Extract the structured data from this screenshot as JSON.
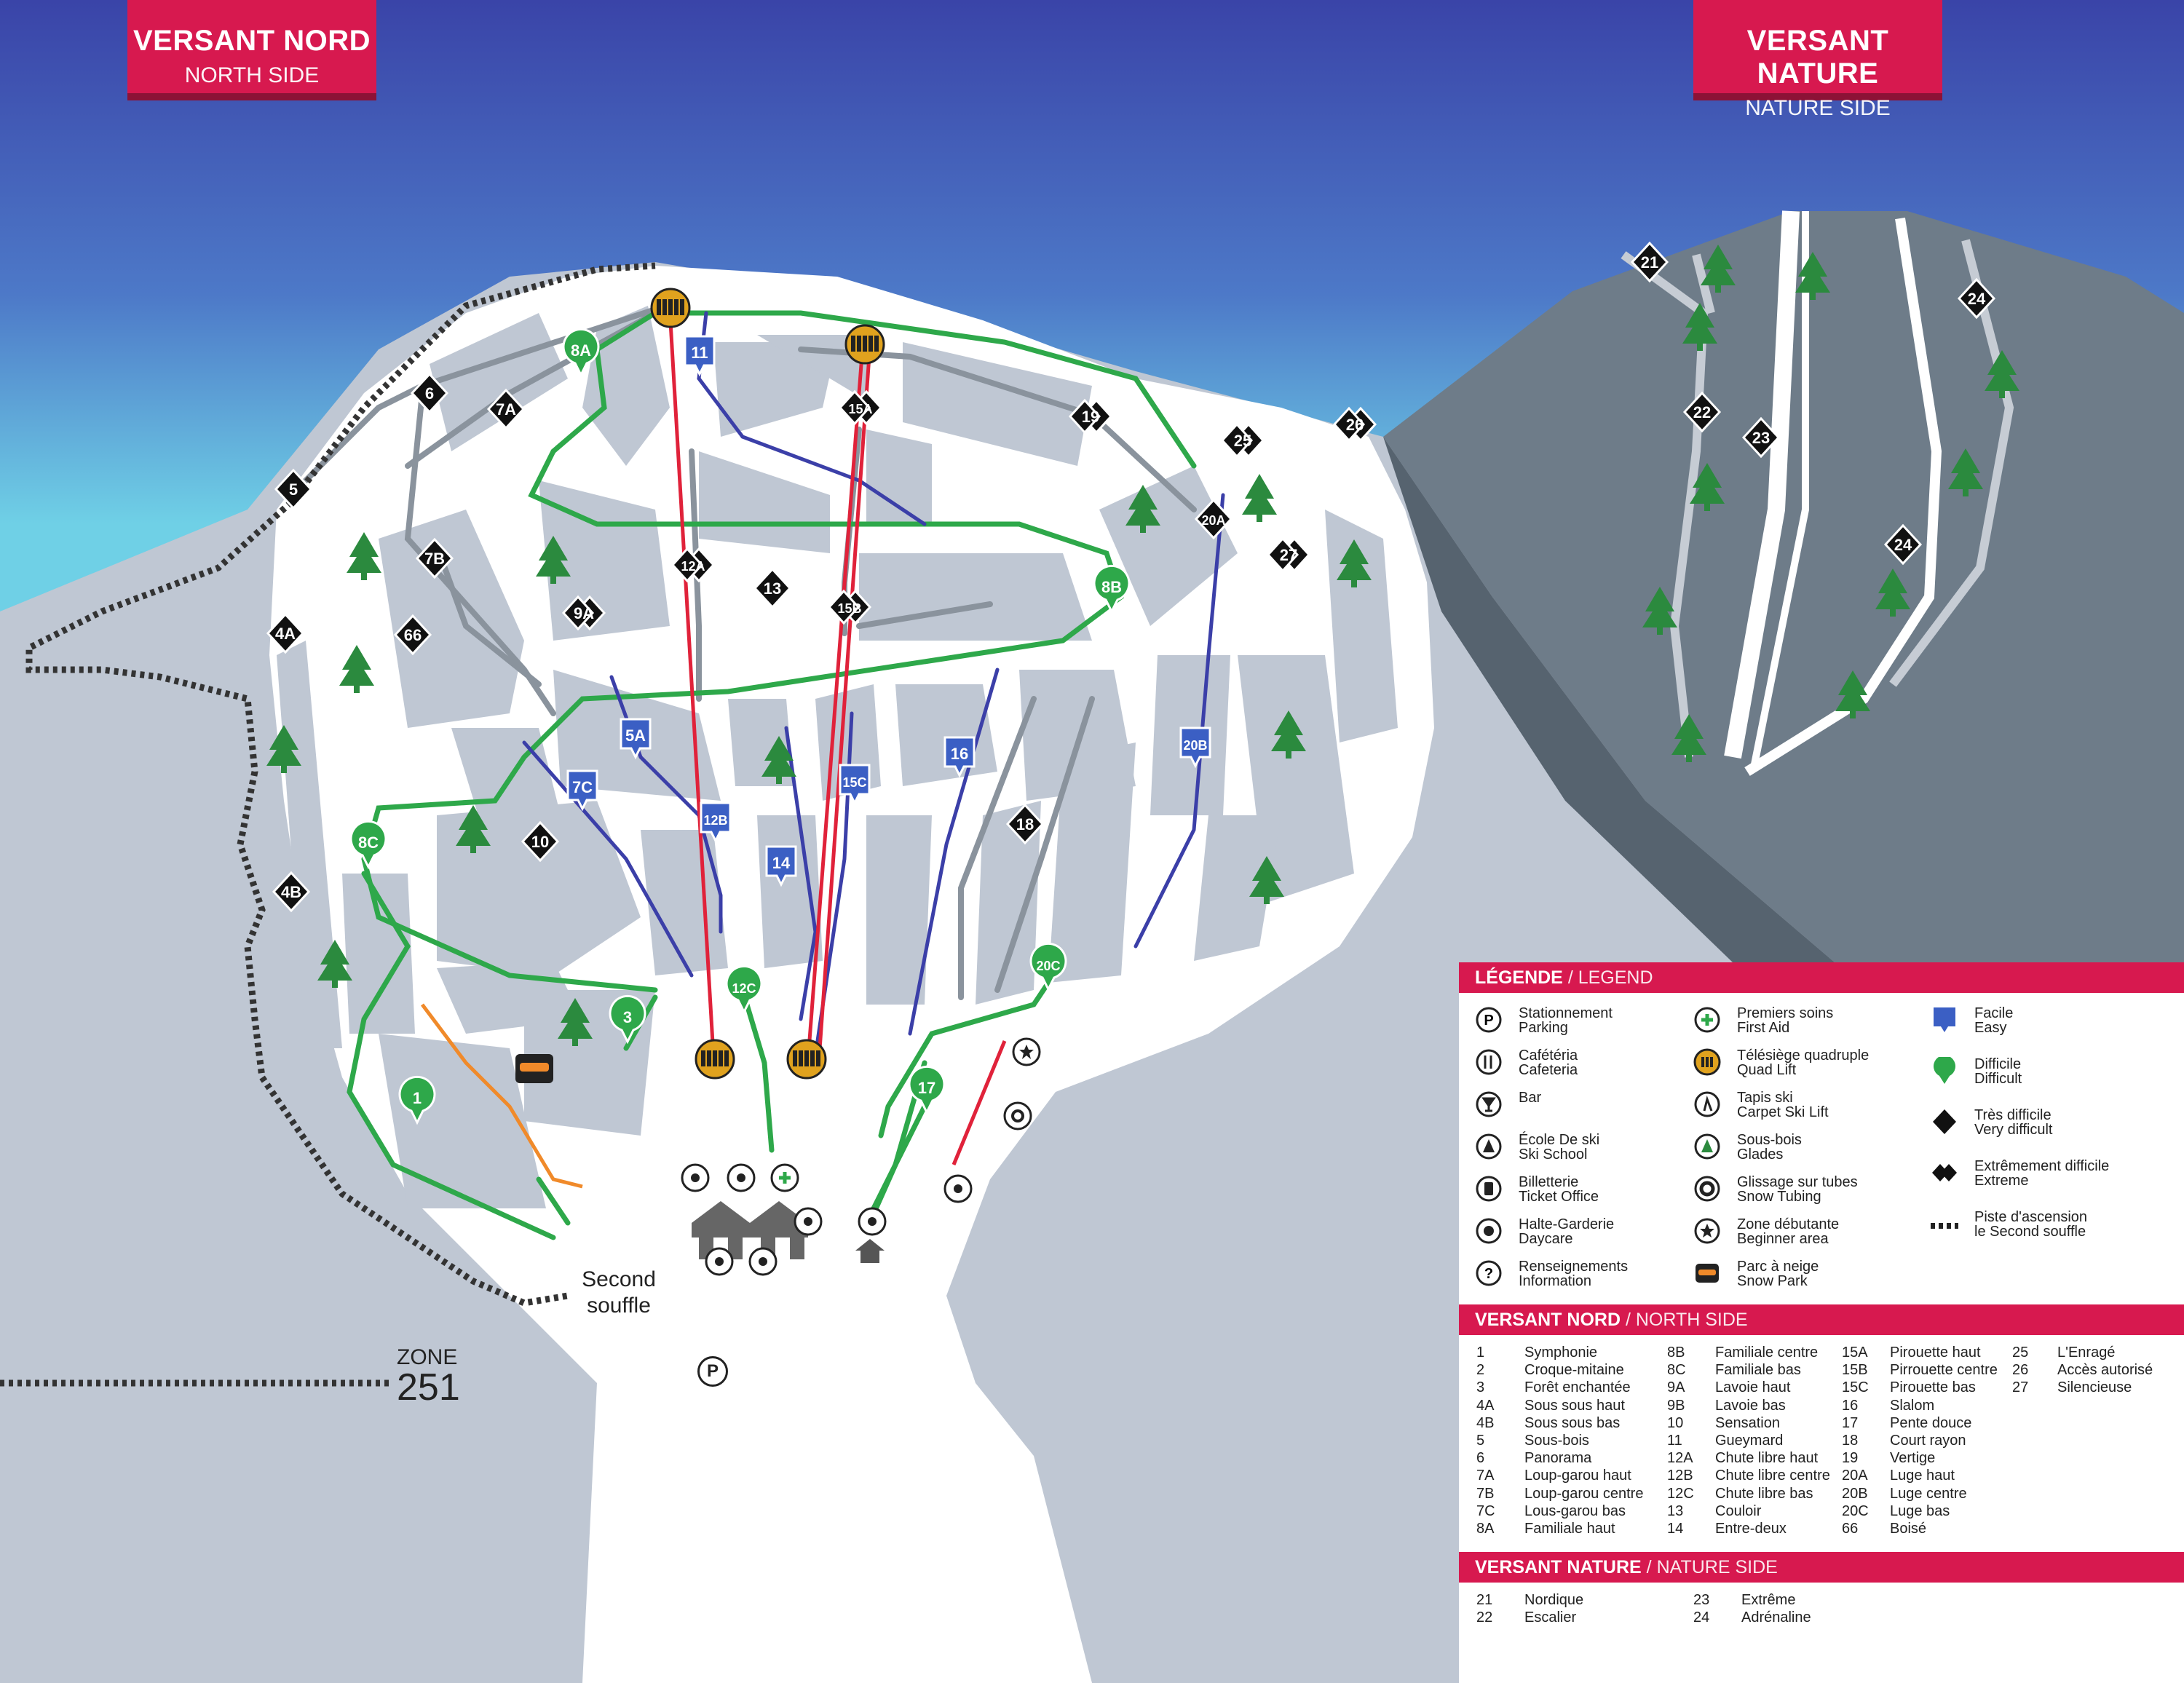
{
  "sides": {
    "nord": {
      "title": "VERSANT NORD",
      "subtitle": "NORTH SIDE"
    },
    "nature": {
      "title": "VERSANT NATURE",
      "subtitle": "NATURE SIDE"
    }
  },
  "map_labels": {
    "second_souffle_line1": "Second",
    "second_souffle_line2": "souffle",
    "zone": "ZONE",
    "zone_number": "251",
    "parking_symbol": "P"
  },
  "colors": {
    "sky_top": "#3a44a8",
    "sky_bottom": "#6fd0e6",
    "snow": "#ffffff",
    "forest_light": "#bfc7d3",
    "forest_dark": "#6e7c89",
    "easy": "#3b5fc4",
    "difficult": "#2ea84a",
    "very_difficult": "#111111",
    "lift": "#e0223a",
    "lift_station": "#e0a21e",
    "snowpark": "#f08a2a",
    "accent": "#d7194f"
  },
  "trail_markers": [
    {
      "label": "1",
      "level": "difficult"
    },
    {
      "label": "3",
      "level": "difficult"
    },
    {
      "label": "4A",
      "level": "very_difficult"
    },
    {
      "label": "4B",
      "level": "very_difficult"
    },
    {
      "label": "5",
      "level": "very_difficult"
    },
    {
      "label": "5A",
      "level": "easy"
    },
    {
      "label": "6",
      "level": "very_difficult"
    },
    {
      "label": "66",
      "level": "very_difficult"
    },
    {
      "label": "7A",
      "level": "very_difficult"
    },
    {
      "label": "7B",
      "level": "very_difficult"
    },
    {
      "label": "7C",
      "level": "easy"
    },
    {
      "label": "8A",
      "level": "difficult"
    },
    {
      "label": "8B",
      "level": "difficult"
    },
    {
      "label": "8C",
      "level": "difficult"
    },
    {
      "label": "9A",
      "level": "extreme"
    },
    {
      "label": "10",
      "level": "very_difficult"
    },
    {
      "label": "11",
      "level": "easy"
    },
    {
      "label": "12A",
      "level": "extreme"
    },
    {
      "label": "12B",
      "level": "easy"
    },
    {
      "label": "12C",
      "level": "difficult"
    },
    {
      "label": "13",
      "level": "very_difficult"
    },
    {
      "label": "14",
      "level": "easy"
    },
    {
      "label": "15A",
      "level": "extreme"
    },
    {
      "label": "15B",
      "level": "extreme"
    },
    {
      "label": "15C",
      "level": "easy"
    },
    {
      "label": "16",
      "level": "easy"
    },
    {
      "label": "17",
      "level": "difficult"
    },
    {
      "label": "18",
      "level": "very_difficult"
    },
    {
      "label": "19",
      "level": "extreme"
    },
    {
      "label": "20A",
      "level": "very_difficult"
    },
    {
      "label": "20B",
      "level": "easy"
    },
    {
      "label": "20C",
      "level": "difficult"
    },
    {
      "label": "21",
      "level": "very_difficult"
    },
    {
      "label": "22",
      "level": "very_difficult"
    },
    {
      "label": "23",
      "level": "very_difficult"
    },
    {
      "label": "24",
      "level": "very_difficult"
    },
    {
      "label": "24",
      "level": "very_difficult"
    },
    {
      "label": "25",
      "level": "extreme"
    },
    {
      "label": "26",
      "level": "extreme"
    },
    {
      "label": "27",
      "level": "extreme"
    }
  ],
  "legend": {
    "title_main": "LÉGENDE",
    "title_sub": "LEGEND",
    "services": [
      {
        "fr": "Stationnement",
        "en": "Parking",
        "icon": "parking-icon"
      },
      {
        "fr": "Cafétéria",
        "en": "Cafeteria",
        "icon": "cafeteria-icon"
      },
      {
        "fr": "Bar",
        "en": "",
        "icon": "bar-icon"
      },
      {
        "fr": "École De ski",
        "en": "Ski School",
        "icon": "ski-school-icon"
      },
      {
        "fr": "Billetterie",
        "en": "Ticket Office",
        "icon": "ticket-office-icon"
      },
      {
        "fr": "Halte-Garderie",
        "en": "Daycare",
        "icon": "daycare-icon"
      },
      {
        "fr": "Renseignements",
        "en": "Information",
        "icon": "information-icon"
      }
    ],
    "services2": [
      {
        "fr": "Premiers soins",
        "en": "First Aid",
        "icon": "first-aid-icon"
      },
      {
        "fr": "Télésiège quadruple",
        "en": "Quad Lift",
        "icon": "quad-lift-icon"
      },
      {
        "fr": "Tapis ski",
        "en": "Carpet Ski Lift",
        "icon": "carpet-lift-icon"
      },
      {
        "fr": "Sous-bois",
        "en": "Glades",
        "icon": "glades-icon"
      },
      {
        "fr": "Glissage sur tubes",
        "en": "Snow Tubing",
        "icon": "snow-tubing-icon"
      },
      {
        "fr": "Zone débutante",
        "en": "Beginner area",
        "icon": "beginner-area-icon"
      },
      {
        "fr": "Parc à neige",
        "en": "Snow Park",
        "icon": "snow-park-icon"
      }
    ],
    "levels": [
      {
        "fr": "Facile",
        "en": "Easy",
        "icon": "easy-icon"
      },
      {
        "fr": "Difficile",
        "en": "Difficult",
        "icon": "difficult-icon"
      },
      {
        "fr": "Très difficile",
        "en": "Very difficult",
        "icon": "very-difficult-icon"
      },
      {
        "fr": "Extrêmement difficile",
        "en": "Extreme",
        "icon": "extreme-icon"
      },
      {
        "fr": "Piste d'ascension",
        "en": "le Second souffle",
        "icon": "ascent-trail-icon"
      }
    ]
  },
  "nord_table": {
    "title_main": "VERSANT NORD",
    "title_sub": "NORTH SIDE",
    "columns": [
      [
        [
          "1",
          "Symphonie"
        ],
        [
          "2",
          "Croque-mitaine"
        ],
        [
          "3",
          "Forêt enchantée"
        ],
        [
          "4A",
          "Sous sous haut"
        ],
        [
          "4B",
          "Sous sous bas"
        ],
        [
          "5",
          "Sous-bois"
        ],
        [
          "6",
          "Panorama"
        ],
        [
          "7A",
          "Loup-garou haut"
        ],
        [
          "7B",
          "Loup-garou centre"
        ],
        [
          "7C",
          "Lous-garou bas"
        ],
        [
          "8A",
          "Familiale haut"
        ]
      ],
      [
        [
          "8B",
          "Familiale centre"
        ],
        [
          "8C",
          "Familiale bas"
        ],
        [
          "9A",
          "Lavoie haut"
        ],
        [
          "9B",
          "Lavoie bas"
        ],
        [
          "10",
          "Sensation"
        ],
        [
          "11",
          "Gueymard"
        ],
        [
          "12A",
          "Chute libre haut"
        ],
        [
          "12B",
          "Chute libre centre"
        ],
        [
          "12C",
          "Chute libre bas"
        ],
        [
          "13",
          "Couloir"
        ],
        [
          "14",
          "Entre-deux"
        ]
      ],
      [
        [
          "15A",
          "Pirouette haut"
        ],
        [
          "15B",
          "Pirrouette centre"
        ],
        [
          "15C",
          "Pirouette bas"
        ],
        [
          "16",
          "Slalom"
        ],
        [
          "17",
          "Pente douce"
        ],
        [
          "18",
          "Court rayon"
        ],
        [
          "19",
          "Vertige"
        ],
        [
          "20A",
          "Luge haut"
        ],
        [
          "20B",
          "Luge centre"
        ],
        [
          "20C",
          "Luge bas"
        ],
        [
          "66",
          "Boisé"
        ]
      ],
      [
        [
          "25",
          "L'Enragé"
        ],
        [
          "26",
          "Accès autorisé"
        ],
        [
          "27",
          "Silencieuse"
        ]
      ]
    ]
  },
  "nature_table": {
    "title_main": "VERSANT NATURE",
    "title_sub": "NATURE SIDE",
    "columns": [
      [
        [
          "21",
          "Nordique"
        ],
        [
          "22",
          "Escalier"
        ]
      ],
      [
        [
          "23",
          "Extrême"
        ],
        [
          "24",
          "Adrénaline"
        ]
      ]
    ]
  }
}
